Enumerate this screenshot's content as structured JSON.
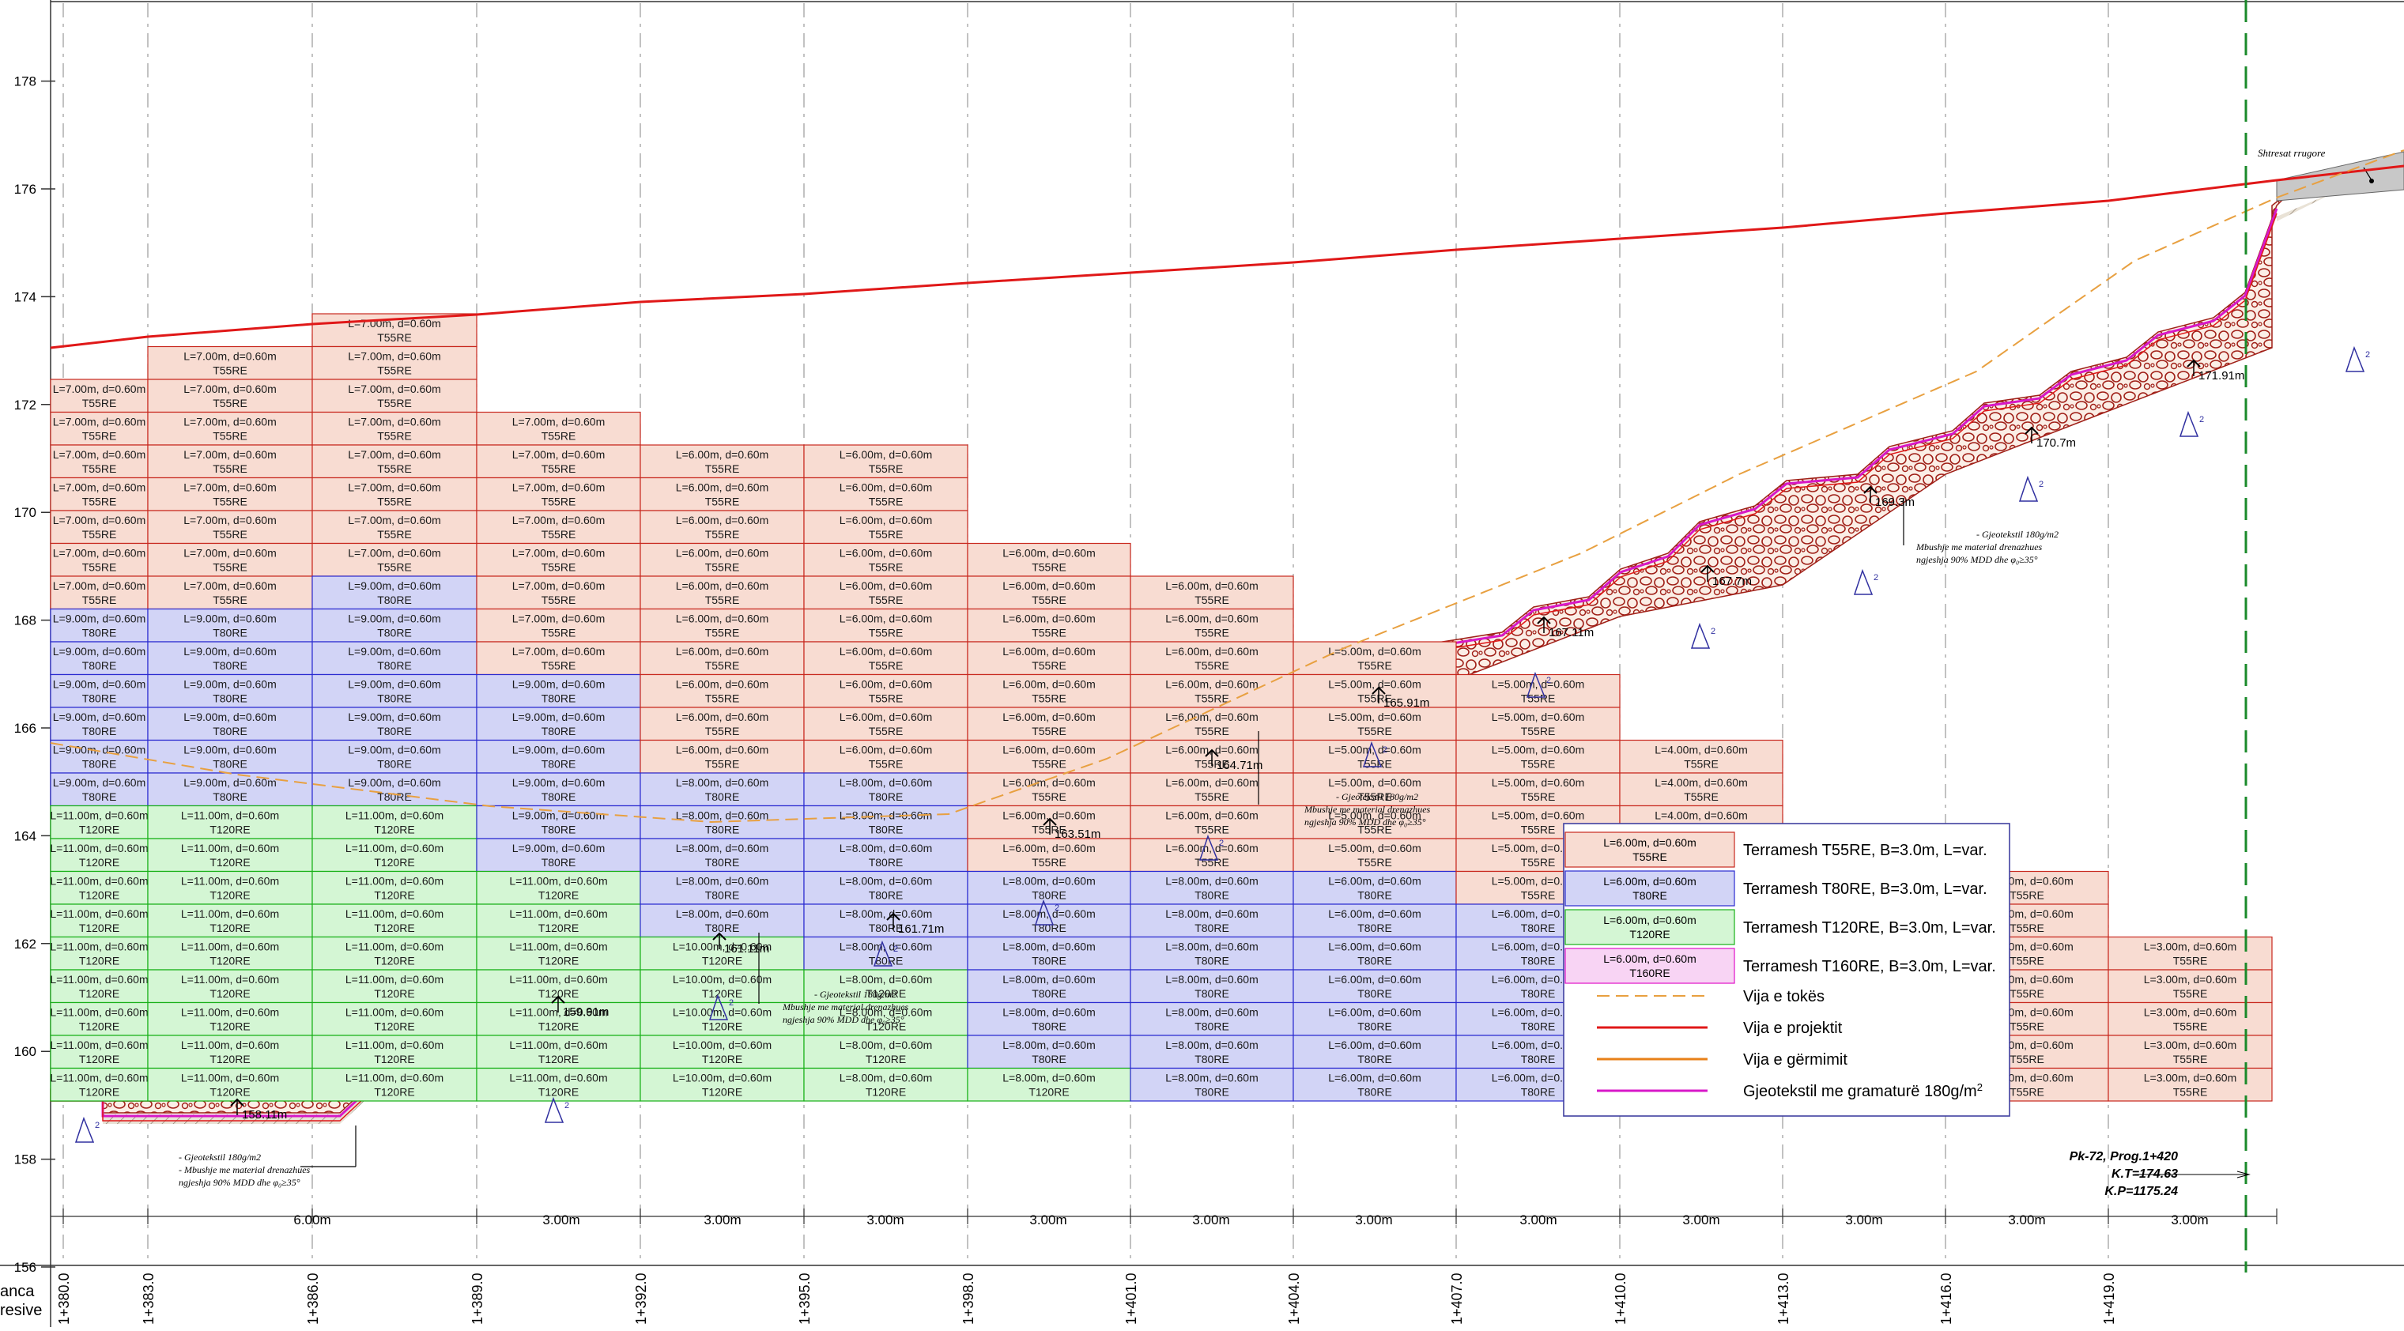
{
  "colors": {
    "t55_fill": "#f8dcd2",
    "t55_line": "#c8281e",
    "t80_fill": "#d2d4f6",
    "t80_line": "#2a2ad0",
    "t120_fill": "#d4f6d4",
    "t120_line": "#18b018",
    "t160_fill": "#f8d4f4",
    "t160_line": "#e010c8",
    "ground": "#e8a040",
    "project": "#e01818",
    "excavation": "#e88018",
    "geotextile": "#d818c8",
    "fill_pattern": "#a02018"
  },
  "y_axis_ticks": [
    "178",
    "176",
    "174",
    "172",
    "170",
    "168",
    "166",
    "164",
    "162",
    "160",
    "158",
    "156"
  ],
  "x_axis_label_lines": [
    "anca",
    "resive"
  ],
  "stations": [
    "1+380.0",
    "1+383.0",
    "1+386.0",
    "1+389.0",
    "1+392.0",
    "1+395.0",
    "1+398.0",
    "1+401.0",
    "1+404.0",
    "1+407.0",
    "1+410.0",
    "1+413.0",
    "1+416.0",
    "1+419.0"
  ],
  "spacing_labels": [
    "6.00m",
    "3.00m",
    "3.00m",
    "3.00m",
    "3.00m",
    "3.00m",
    "3.00m",
    "3.00m",
    "3.00m",
    "3.00m",
    "3.00m",
    "3.00m"
  ],
  "bench_levels": [
    "158.11m",
    "159.91m",
    "161.11m",
    "161.71m",
    "163.51m",
    "164.71m",
    "165.91m",
    "167.11m",
    "167.7m",
    "169.3m",
    "170.7m",
    "171.91m"
  ],
  "notes": {
    "geotextile": "- Gjeotekstil 180g/m2",
    "drainage": "- Mbushje me material drenazhues",
    "drainage_short": "Mbushje me material drenazhues",
    "compaction": "ngjeshja 90%  MDD dhe φ₀≥35°",
    "road_layers": "Shtresat rrugore"
  },
  "station_box": {
    "line1": "Pk-72, Prog.1+420",
    "line2": "K.T=174.63",
    "line3": "K.P=1175.24"
  },
  "legend": [
    {
      "swatch_line1": "L=6.00m, d=0.60m",
      "swatch_line2": "T55RE",
      "label": "Terramesh T55RE, B=3.0m, L=var."
    },
    {
      "swatch_line1": "L=6.00m, d=0.60m",
      "swatch_line2": "T80RE",
      "label": "Terramesh T80RE, B=3.0m, L=var."
    },
    {
      "swatch_line1": "L=6.00m, d=0.60m",
      "swatch_line2": "T120RE",
      "label": "Terramesh T120RE, B=3.0m, L=var."
    },
    {
      "swatch_line1": "L=6.00m, d=0.60m",
      "swatch_line2": "T160RE",
      "label": "Terramesh T160RE, B=3.0m, L=var."
    },
    {
      "label": "Vija e tokës"
    },
    {
      "label": "Vija e projektit"
    },
    {
      "label": "Vija e gërmimit"
    },
    {
      "label": "Gjeotekstil me gramaturë 180g/m",
      "sup": "2"
    }
  ],
  "grid": {
    "columns": [
      {
        "t55": {
          "n": 7,
          "text": "L=7.00m, d=0.60m"
        },
        "t80": {
          "n": 6,
          "text": "L=9.00m, d=0.60m"
        },
        "t120": {
          "n": 9,
          "text": "L=11.00m, d=0.60m"
        }
      },
      {
        "t55": {
          "n": 8,
          "text": "L=7.00m, d=0.60m"
        },
        "t80": {
          "n": 6,
          "text": "L=9.00m, d=0.60m"
        },
        "t120": {
          "n": 9,
          "text": "L=11.00m, d=0.60m"
        }
      },
      {
        "t55": {
          "n": 8,
          "text": "L=7.00m, d=0.60m"
        },
        "t80": {
          "n": 7,
          "text": "L=9.00m, d=0.60m"
        },
        "t120": {
          "n": 9,
          "text": "L=11.00m, d=0.60m"
        }
      },
      {
        "t55": {
          "n": 8,
          "text": "L=7.00m, d=0.60m"
        },
        "t80": {
          "n": 6,
          "text": "L=9.00m, d=0.60m"
        },
        "t120": {
          "n": 7,
          "text": "L=11.00m, d=0.60m"
        }
      },
      {
        "t55": {
          "n": 10,
          "text": "L=6.00m, d=0.60m"
        },
        "t80": {
          "n": 5,
          "text": "L=8.00m, d=0.60m"
        },
        "t120": {
          "n": 5,
          "text": "L=10.00m, d=0.60m"
        }
      },
      {
        "t55": {
          "n": 10,
          "text": "L=6.00m, d=0.60m"
        },
        "t80": {
          "n": 6,
          "text": "L=8.00m, d=0.60m"
        },
        "t120": {
          "n": 4,
          "text": "L=8.00m, d=0.60m"
        }
      },
      {
        "t55": {
          "n": 10,
          "text": "L=6.00m, d=0.60m"
        },
        "t80": {
          "n": 6,
          "text": "L=8.00m, d=0.60m"
        },
        "t120": {
          "n": 1,
          "text": "L=8.00m, d=0.60m"
        }
      },
      {
        "t55": {
          "n": 9,
          "text": "L=6.00m, d=0.60m"
        },
        "t80": {
          "n": 7,
          "text": "L=8.00m, d=0.60m"
        },
        "t120": {
          "n": 0,
          "text": ""
        }
      },
      {
        "t55": {
          "n": 7,
          "text": "L=5.00m, d=0.60m"
        },
        "t80": {
          "n": 7,
          "text": "L=6.00m, d=0.60m"
        },
        "t120": {
          "n": 0,
          "text": ""
        }
      },
      {
        "t55": {
          "n": 7,
          "text": "L=5.00m, d=0.60m"
        },
        "t80": {
          "n": 6,
          "text": "L=6.00m, d=0.60m"
        },
        "t120": {
          "n": 0,
          "text": ""
        }
      },
      {
        "t55": {
          "n": 7,
          "text": "L=4.00m, d=0.60m"
        },
        "t80": {
          "n": 4,
          "text": "L=5.00m, d=0.60m"
        },
        "t120": {
          "n": 0,
          "text": ""
        }
      },
      {
        "t55": {
          "n": 8,
          "text": "L=4.00m, d=0.60m"
        },
        "t80": {
          "n": 0,
          "text": ""
        },
        "t120": {
          "n": 0,
          "text": ""
        }
      },
      {
        "t55": {
          "n": 7,
          "text": "L=4.00m, d=0.60m"
        },
        "t80": {
          "n": 0,
          "text": ""
        },
        "t120": {
          "n": 0,
          "text": ""
        }
      },
      {
        "t55": {
          "n": 5,
          "text": "L=3.00m, d=0.60m"
        },
        "t80": {
          "n": 0,
          "text": ""
        },
        "t120": {
          "n": 0,
          "text": ""
        }
      }
    ]
  }
}
